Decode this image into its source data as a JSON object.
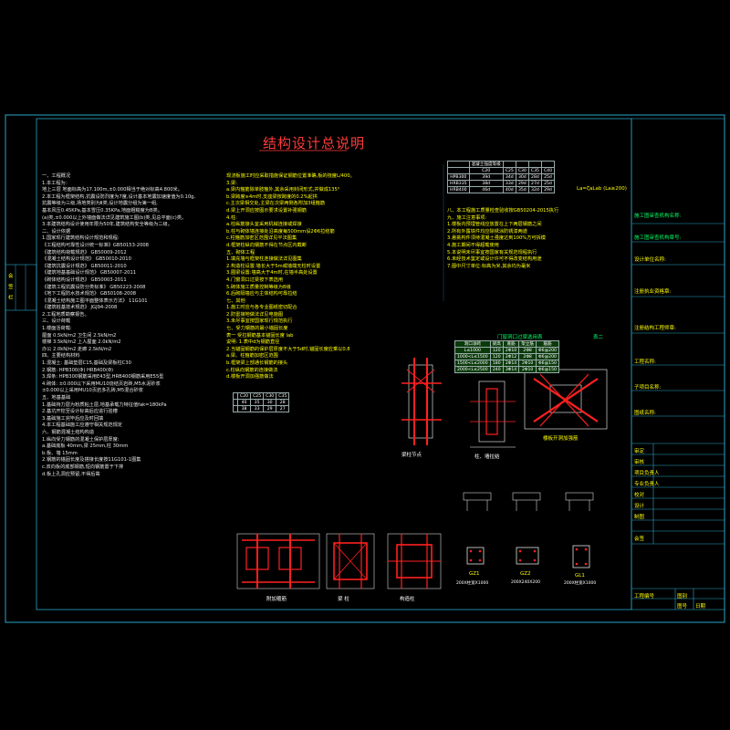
{
  "drawing": {
    "title": "结构设计总说明",
    "colors": {
      "frame": "#2aa6c8",
      "title": "#ff3b3b",
      "text": "#ffff00",
      "body": "#e6e6e6",
      "rebar": "#ff2020",
      "accent": "#00ff66"
    }
  },
  "column1": {
    "lines": [
      "一、工程概况",
      "1.本工程为：",
      "  地上三层 地面标高为17.100m,±0.000相当于绝对标高4.800米。",
      "2.本工程为框架结构,抗震设防烈度为7度,设计基本地震加速度值为0.10g,",
      "  抗震等级为三级,场地类别为Ⅱ类,设计地震分组为第一组,",
      "  基本风压0.45KPa,基本雪压0.35KPa,地面粗糙度为B类。",
      "  (a)类,±0.000以上外墙面做法详见建筑施工图(b)类,见总平面(c)类。",
      "3.本建筑结构设计使用年限为50年,建筑结构安全等级为二级。",
      "二、设计依据",
      "1.国家现行建筑结构设计规范和规程:",
      "  《工程结构可靠性设计统一标准》GB50153-2008",
      "  《建筑结构荷载规范》 GB50009-2012",
      "  《混凝土结构设计规范》 GB50010-2010",
      "  《建筑抗震设计规范》 GB50011-2010",
      "  《建筑地基基础设计规范》 GB50007-2011",
      "  《砌体结构设计规范》 GB50003-2011",
      "  《建筑工程抗震设防分类标准》 GB50223-2008",
      "  《地下工程防水技术规范》 GB50108-2008",
      "  《混凝土结构施工图平面整体表示方法》 11G101",
      "  《建筑桩基技术规范》 JGJ94-2008",
      "2.工程地质勘察报告。",
      "三、设计荷载",
      "1.楼面活荷载:",
      "  屋面 0.5kN/m2    卫生间 2.5kN/m2",
      "  楼梯 3.5kN/m2    上人屋面 2.0kN/m2",
      "  办公 2.0kN/m2    走廊 2.5kN/m2",
      "四、主要结构材料",
      "1.混凝土: 基础垫层C15,基础及梁板柱C30",
      "2.钢筋: HPB300(Φ) HRB400(Φ)",
      "3.焊条: HPB300钢筋采用E43型,HRB400钢筋采用E55型",
      "4.砌体: ±0.000以下采用MU10烧结页岩砖,M5水泥砂浆",
      "  ±0.000以上采用MU10页岩多孔砖,M5混合砂浆",
      "五、地基基础",
      "1.基础持力层为粉质粘土层,地基承载力特征值fak=180kPa",
      "2.基坑开挖至设计标高后应进行验槽",
      "3.基础施工完毕后应及时回填",
      "4.本工程基础施工应遵守相关规范规定",
      "六、钢筋混凝土结构构造",
      "1.纵向受力钢筋的混凝土保护层厚度:",
      "  a.基础底板 40mm,梁 25mm,柱 30mm",
      "  b.板、墙 15mm",
      "2.钢筋的锚固长度及搭接长度按11G101-1图集",
      "  c.双向板的底部钢筋,短向钢筋置于下排",
      "  d.板上孔洞应预留,不得后凿"
    ]
  },
  "column2": {
    "lines": [
      "  现浇板施工时应采取措施保证钢筋位置准确,板的挠度L/400。",
      "3.梁:",
      "  a.梁内箍筋除单肢箍外,其余采用封闭形式,并做成135°",
      "  b.梁跨度≥4m时,支座梁按跨度的0.2%起拱",
      "  c.主次梁相交处,主梁在次梁两侧各附加3组箍筋",
      "  d.梁上开洞应按图示要求设置补强钢筋",
      "4.柱:",
      "  a.柱纵筋接头宜采用机械连接或焊接",
      "  b.柱与砌体墙连接处沿高度每500mm设2Φ6拉结筋",
      "  c.柱箍筋加密区范围详见平法图集",
      "  d.框架柱纵向钢筋不得在节点区内截断",
      "五、砌体工程",
      "1.填充墙与框架柱连接做法详见图集",
      "2.构造柱设置:墙长大于5m或墙端无柱时设置",
      "3.圈梁设置:墙高大于4m时,在墙半高处设置",
      "4.门窗洞口过梁按下表选用",
      "5.砌体施工质量控制等级为B级",
      "6.后砌隔墙应与主体结构可靠拉结",
      "七、其他",
      "1.施工时应与各专业图纸密切配合",
      "2.防雷接地做法详见电施图",
      "3.未尽事宜按国家现行规范执行",
      "七、受力钢筋的最小锚固长度",
      "表一 受拉钢筋基本锚固长度 lab",
      "说明: 1.表中d为钢筋直径",
      "2.当锚固钢筋的保护层厚度不大于5d时,锚固长度应乘以0.8",
      "a.梁、柱箍筋加密区范围",
      "b.框架梁上部通长钢筋的接头",
      "c.柱纵向钢筋的连接做法",
      "d.楼板开洞加强筋做法"
    ]
  },
  "column3": {
    "lines": [
      "八、本工程施工质量检查验收按GB50204-2015执行",
      "九、施工注意事项:",
      "1.楼板内预埋管线应放置在上下两层钢筋之间",
      "2.所有外露铁件均应除锈涂防锈漆两道",
      "3.悬挑构件须待混凝土强度达到100%方可拆模",
      "4.施工期间不得超载使用",
      "5.本说明未尽事宜按国家有关规范规程执行",
      "6.未经技术鉴定或设计许可不得改变结构用途",
      "7.图中尺寸单位:标高为米,其余均为毫米"
    ]
  },
  "table_top": {
    "headers": [
      "",
      "混凝土强度等级",
      "",
      "",
      "",
      ""
    ],
    "rows": [
      [
        "",
        "C20",
        "C25",
        "C30",
        "C35",
        "C40"
      ],
      [
        "HPB300",
        "39d",
        "34d",
        "30d",
        "28d",
        "25d"
      ],
      [
        "HRB335",
        "38d",
        "33d",
        "29d",
        "27d",
        "25d"
      ],
      [
        "HRB400",
        "46d",
        "40d",
        "35d",
        "32d",
        "29d"
      ]
    ],
    "note": "La=ζaLab (La≥200)"
  },
  "table_lintel": {
    "title": "门窗洞口过梁选用表",
    "caption": "表二",
    "headers": [
      "洞口净跨",
      "梁高",
      "底筋",
      "架立筋",
      "箍筋"
    ],
    "rows": [
      [
        "L≤1000",
        "120",
        "2Φ10",
        "2Φ8",
        "Φ6@200"
      ],
      [
        "1000<L≤1500",
        "120",
        "2Φ12",
        "2Φ8",
        "Φ6@200"
      ],
      [
        "1500<L≤2000",
        "180",
        "2Φ14",
        "2Φ10",
        "Φ6@150"
      ],
      [
        "2000<L≤2500",
        "240",
        "3Φ14",
        "2Φ10",
        "Φ6@150"
      ]
    ]
  },
  "table_small": {
    "rows": [
      [
        "",
        "C20",
        "C25",
        "C30",
        "C35"
      ],
      [
        "",
        "40",
        "35",
        "30",
        "28"
      ],
      [
        "",
        "38",
        "33",
        "29",
        "27"
      ]
    ]
  },
  "figures": {
    "fig1_caption": "附加箍筋",
    "fig2_caption": "柱、墙拉结",
    "fig3_caption": "楼板开洞加强筋",
    "fig4_caption": "梁柱节点",
    "fig5_caption": "梁 柱",
    "fig6_caption": "构造柱",
    "gz1_label": "GZ1",
    "gz2_label": "GZ2",
    "gl1_label": "GL1",
    "gl1_size": "200X柱宽X1000",
    "gz_size": "200X240X200",
    "gz2_size": "200X柱宽X1000"
  },
  "title_block": {
    "labels": [
      "施工图审查机构名称:",
      "施工图审查机构章号:",
      "设计单位名称:",
      "注册执业资格章:",
      "注册结构工程师章:",
      "工程名称:",
      "子项目名称:",
      "图纸名称:",
      "审定",
      "审核",
      "项目负责人",
      "专业负责人",
      "校对",
      "设计",
      "制图",
      "会签",
      "工程编号",
      "图别",
      "图号",
      "日期"
    ],
    "left_strip": [
      "会",
      "签",
      "栏"
    ]
  }
}
